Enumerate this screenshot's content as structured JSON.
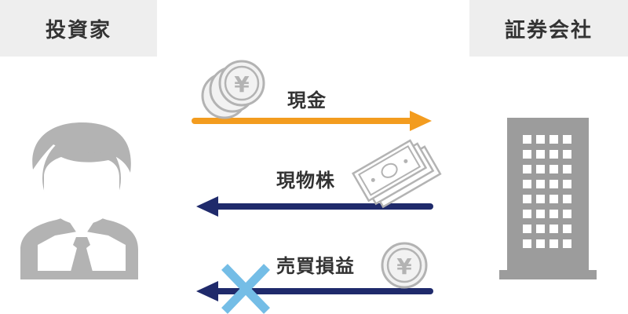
{
  "parties": {
    "investor": "投資家",
    "company": "証券会社"
  },
  "flows": [
    {
      "label": "現金",
      "direction": "investor-to-company",
      "color": "#f39c1f",
      "icon": "yen-coin-stack-icon"
    },
    {
      "label": "現物株",
      "direction": "company-to-investor",
      "color": "#1f2a6b",
      "icon": "banknote-stack-icon"
    },
    {
      "label": "売買損益",
      "direction": "company-to-investor",
      "color": "#1f2a6b",
      "icon": "yen-coin-icon",
      "crossed_out": true,
      "cross_color": "#74bde6"
    }
  ],
  "icons": {
    "investor": "businessman-icon",
    "company": "office-building-icon"
  },
  "coin_symbol": "¥",
  "colors": {
    "label_bg": "#eeeeee",
    "icon_gray": "#b3b3b3",
    "building_gray": "#9c9c9c"
  }
}
